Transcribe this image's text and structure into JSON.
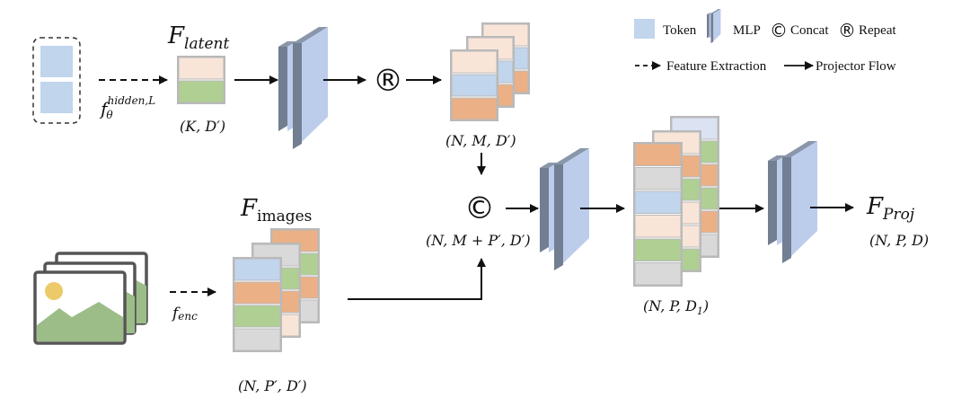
{
  "colors": {
    "token": "#c1d5ec",
    "peach": "#f9e5d8",
    "green": "#afcf93",
    "orange": "#ebb086",
    "gray": "#d9d9d9",
    "lightblue": "#dbe3f3",
    "border": "#b9b9b9",
    "mlp_front": "#bccceb",
    "mlp_side": "#727e91",
    "mlp_top": "#8a96aa",
    "sun": "#ecca6a",
    "mountain": "#9cbd88",
    "frame": "#555555"
  },
  "legend": {
    "token": "Token",
    "mlp": "MLP",
    "concat_symbol": "©",
    "concat": "Concat",
    "repeat_symbol": "®",
    "repeat": "Repeat",
    "feature_extraction": "Feature Extraction",
    "projector_flow": "Projector Flow"
  },
  "nodes": {
    "latent_title_main": "F",
    "latent_title_sub": "latent",
    "latent_dims": "(K, D′)",
    "hidden_fn_main": "f",
    "hidden_fn_sub": "θ",
    "hidden_fn_sup": "hidden,L",
    "repeat_symbol": "®",
    "repeated_dims": "(N, M, D′)",
    "concat_symbol": "©",
    "concat_dims": "(N, M + P′, D′)",
    "images_title_main": "F",
    "images_title_sub": "images",
    "images_dims": "(N, P′, D′)",
    "enc_fn_main": "f",
    "enc_fn_sub": "enc",
    "hidden_dims": "(N, P, D",
    "hidden_dims_sub": "1",
    "hidden_dims_close": ")",
    "proj_title_main": "F",
    "proj_title_sub": "Proj",
    "proj_dims": "(N, P, D)"
  },
  "stacks": {
    "latent": [
      "peach",
      "green"
    ],
    "repeat_back": [
      "peach",
      "token",
      "orange"
    ],
    "repeat_mid": [
      "peach",
      "token",
      "orange"
    ],
    "repeat_front": [
      "peach",
      "token",
      "orange"
    ],
    "images_back": [
      "orange",
      "green",
      "orange",
      "gray"
    ],
    "images_mid": [
      "gray",
      "green",
      "orange",
      "peach"
    ],
    "images_front": [
      "token",
      "orange",
      "green",
      "gray"
    ],
    "hidden_back": [
      "lightblue",
      "green",
      "orange",
      "green",
      "orange",
      "gray"
    ],
    "hidden_mid": [
      "peach",
      "orange",
      "green",
      "peach",
      "peach",
      "green"
    ],
    "hidden_front": [
      "orange",
      "gray",
      "token",
      "peach",
      "green",
      "gray"
    ]
  }
}
